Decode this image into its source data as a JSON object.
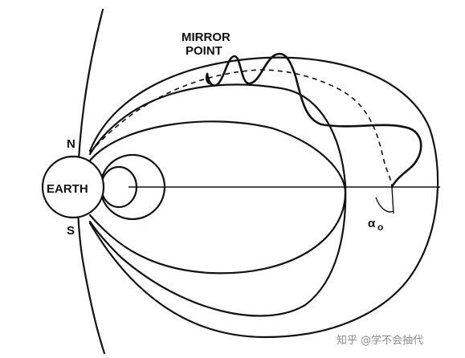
{
  "labels": {
    "mirror_line1": "MIRROR",
    "mirror_line2": "POINT",
    "earth": "EARTH",
    "north": "N",
    "south": "S",
    "alpha": "α",
    "alpha_sub": "o"
  },
  "watermark": "知乎 @学不会抽代"
}
